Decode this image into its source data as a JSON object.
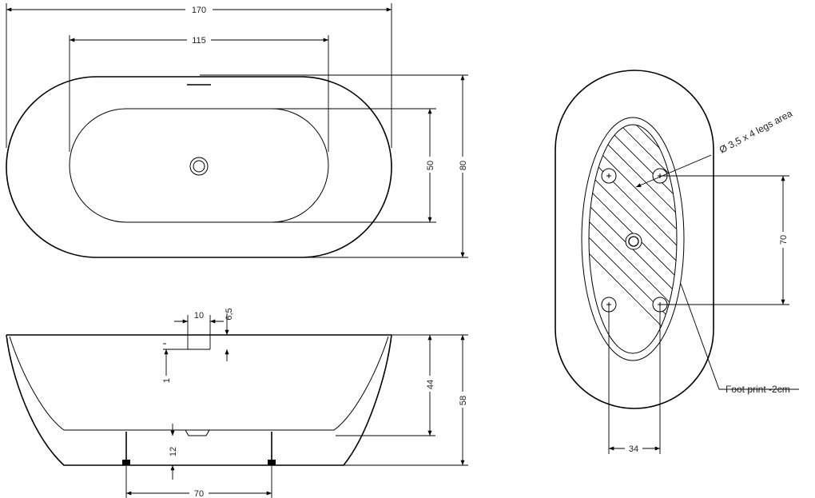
{
  "top_view": {
    "total_length": "170",
    "inner_length": "115",
    "inner_width": "50",
    "total_width": "80"
  },
  "side_view": {
    "overflow_width": "10",
    "overflow_height": "6,5",
    "drain_offset": "1",
    "inner_depth": "44",
    "total_height": "58",
    "leg_height": "12",
    "leg_spacing": "70"
  },
  "bottom_view": {
    "legs_area_label": "Ø 3,5 x 4 legs area",
    "footprint_label": "Foot print -2cm",
    "leg_spacing_long": "70",
    "leg_spacing_short": "34"
  }
}
